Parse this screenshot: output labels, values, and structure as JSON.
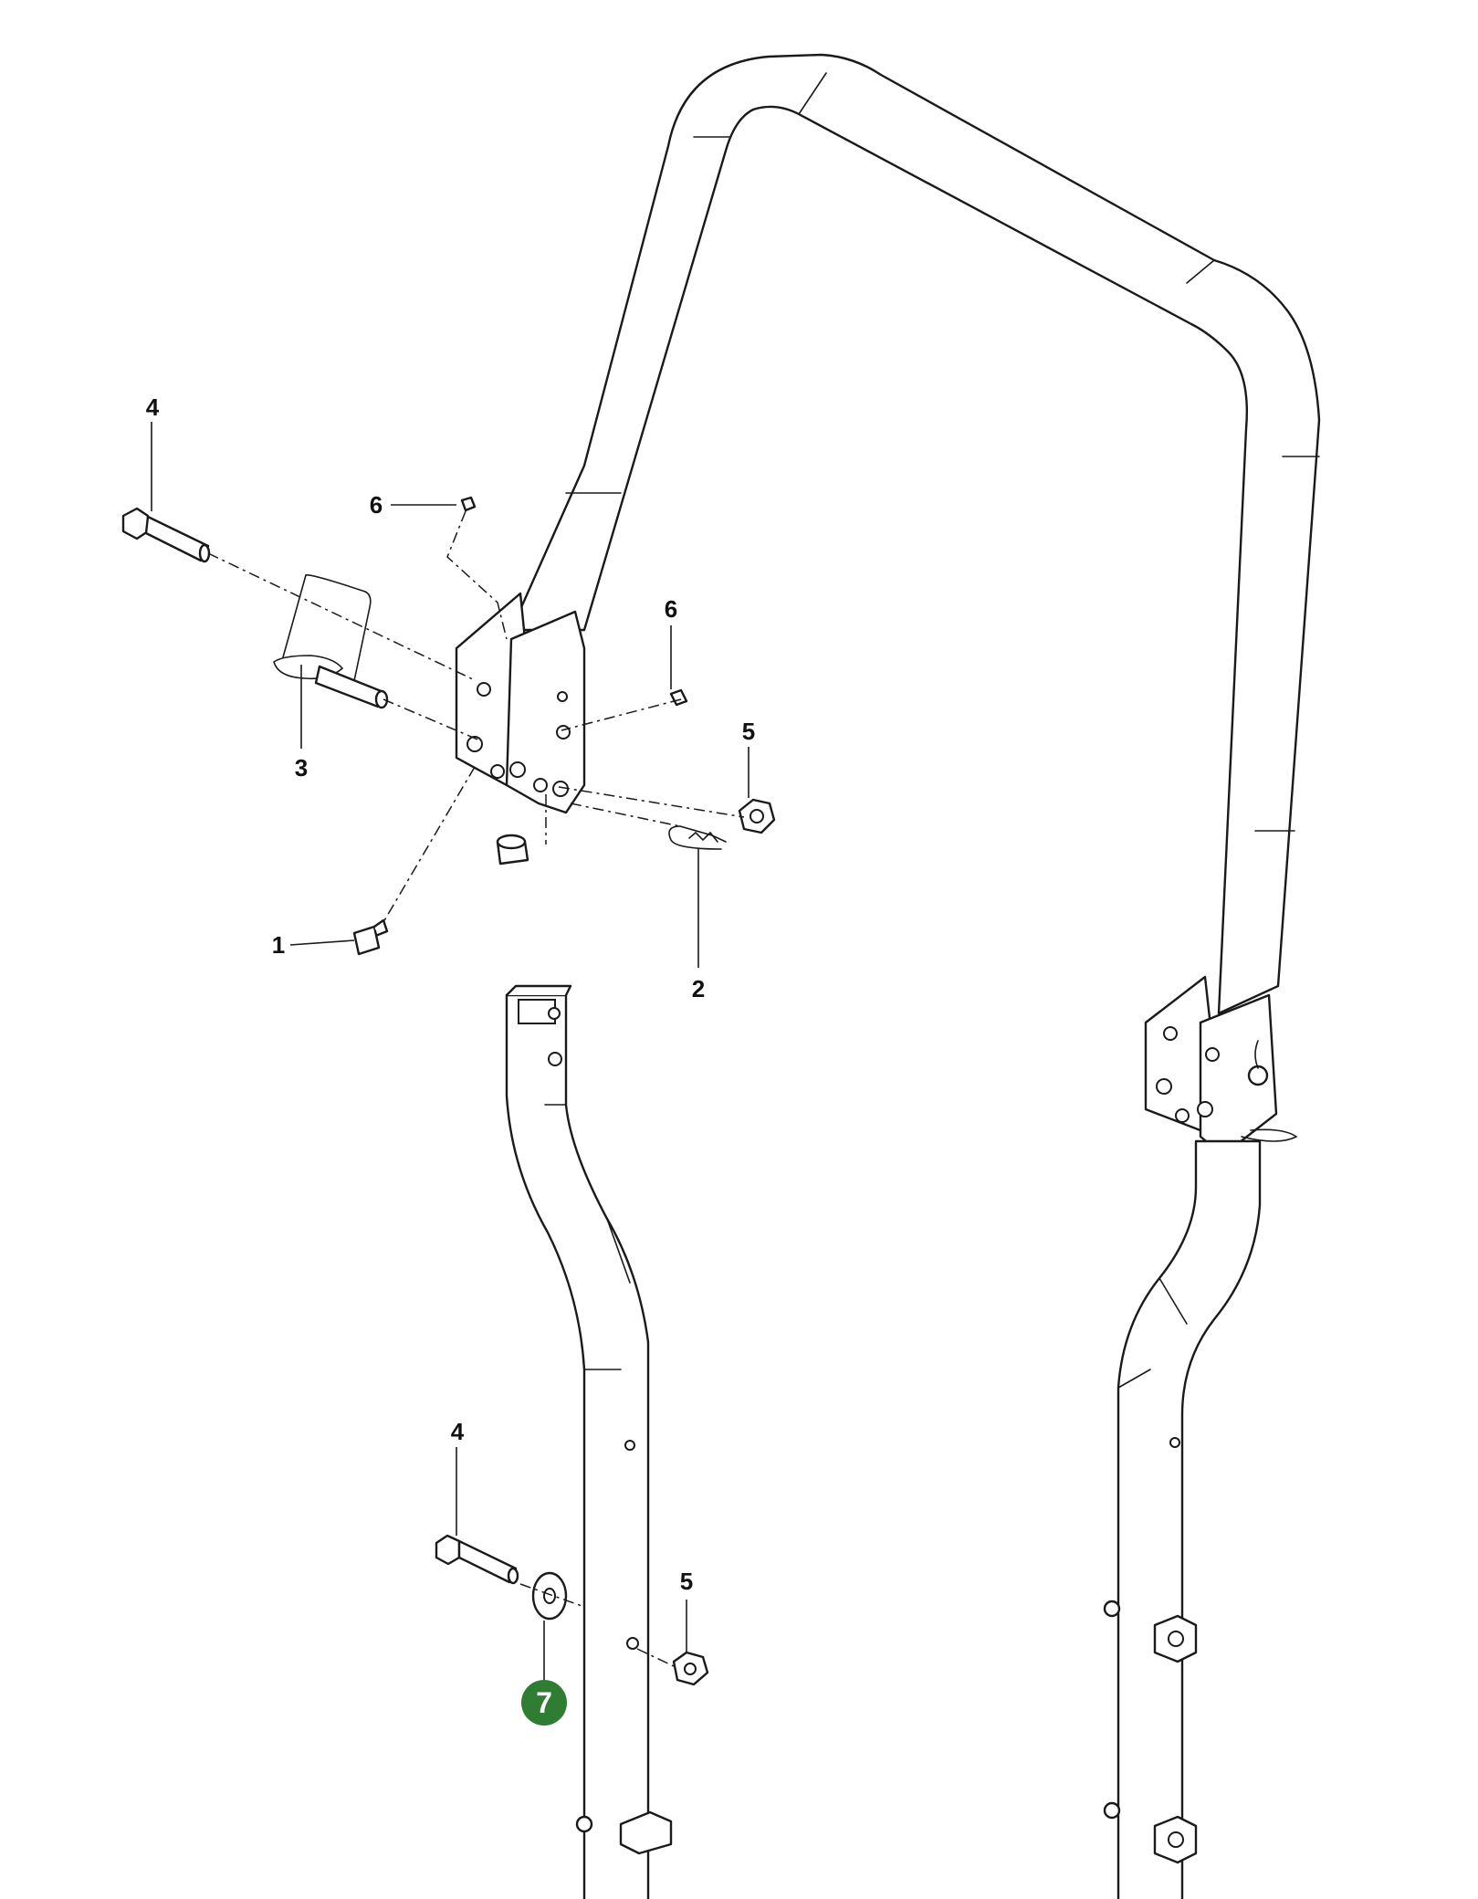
{
  "colors": {
    "highlight": "#2e7d32",
    "line": "#1a1a1a"
  },
  "callouts": [
    {
      "id": "c4-top",
      "label": "4"
    },
    {
      "id": "c6-top",
      "label": "6"
    },
    {
      "id": "c6-mid",
      "label": "6"
    },
    {
      "id": "c3",
      "label": "3"
    },
    {
      "id": "c5-top",
      "label": "5"
    },
    {
      "id": "c2",
      "label": "2"
    },
    {
      "id": "c1",
      "label": "1"
    },
    {
      "id": "c4-bottom",
      "label": "4"
    },
    {
      "id": "c5-bottom",
      "label": "5"
    },
    {
      "id": "c7",
      "label": "7",
      "highlighted": true
    }
  ]
}
